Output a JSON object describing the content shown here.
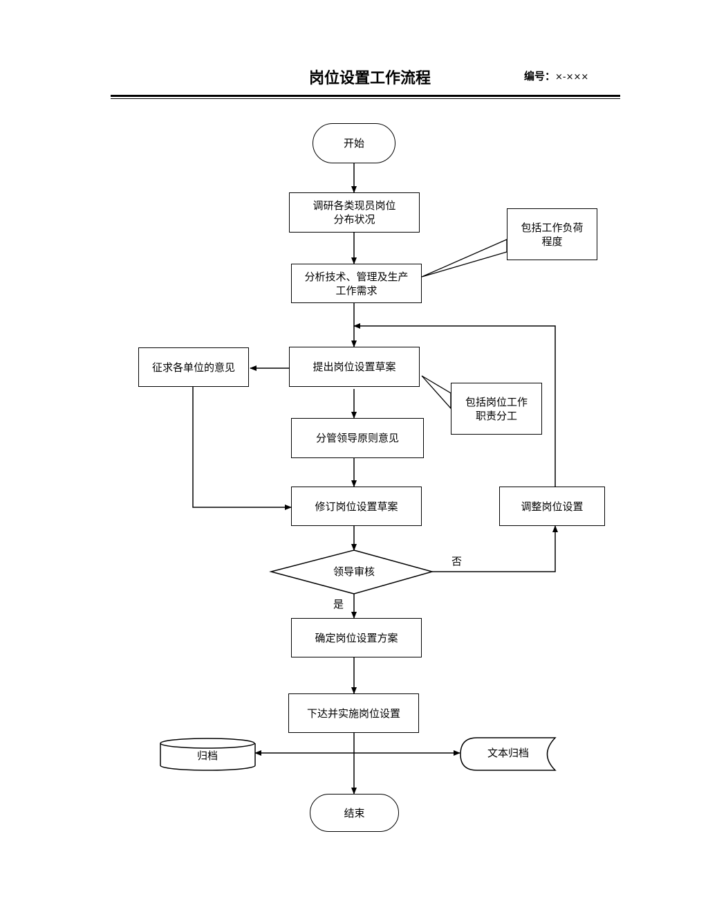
{
  "header": {
    "title": "岗位设置工作流程",
    "code_label": "编号：",
    "code_value": "×-×××"
  },
  "nodes": {
    "start": "开始",
    "research": "调研各类现员岗位\n分布状况",
    "analyze": "分析技术、管理及生产\n工作需求",
    "note_workload": "包括工作负荷\n程度",
    "draft": "提出岗位设置草案",
    "solicit": "征求各单位的意见",
    "note_duties": "包括岗位工作\n职责分工",
    "leader_opinion": "分管领导原则意见",
    "revise": "修订岗位设置草案",
    "adjust": "调整岗位设置",
    "review": "领导审核",
    "confirm": "确定岗位设置方案",
    "implement": "下达并实施岗位设置",
    "archive": "归档",
    "doc_archive": "文本归档",
    "end": "结束"
  },
  "edge_labels": {
    "no": "否",
    "yes": "是"
  }
}
